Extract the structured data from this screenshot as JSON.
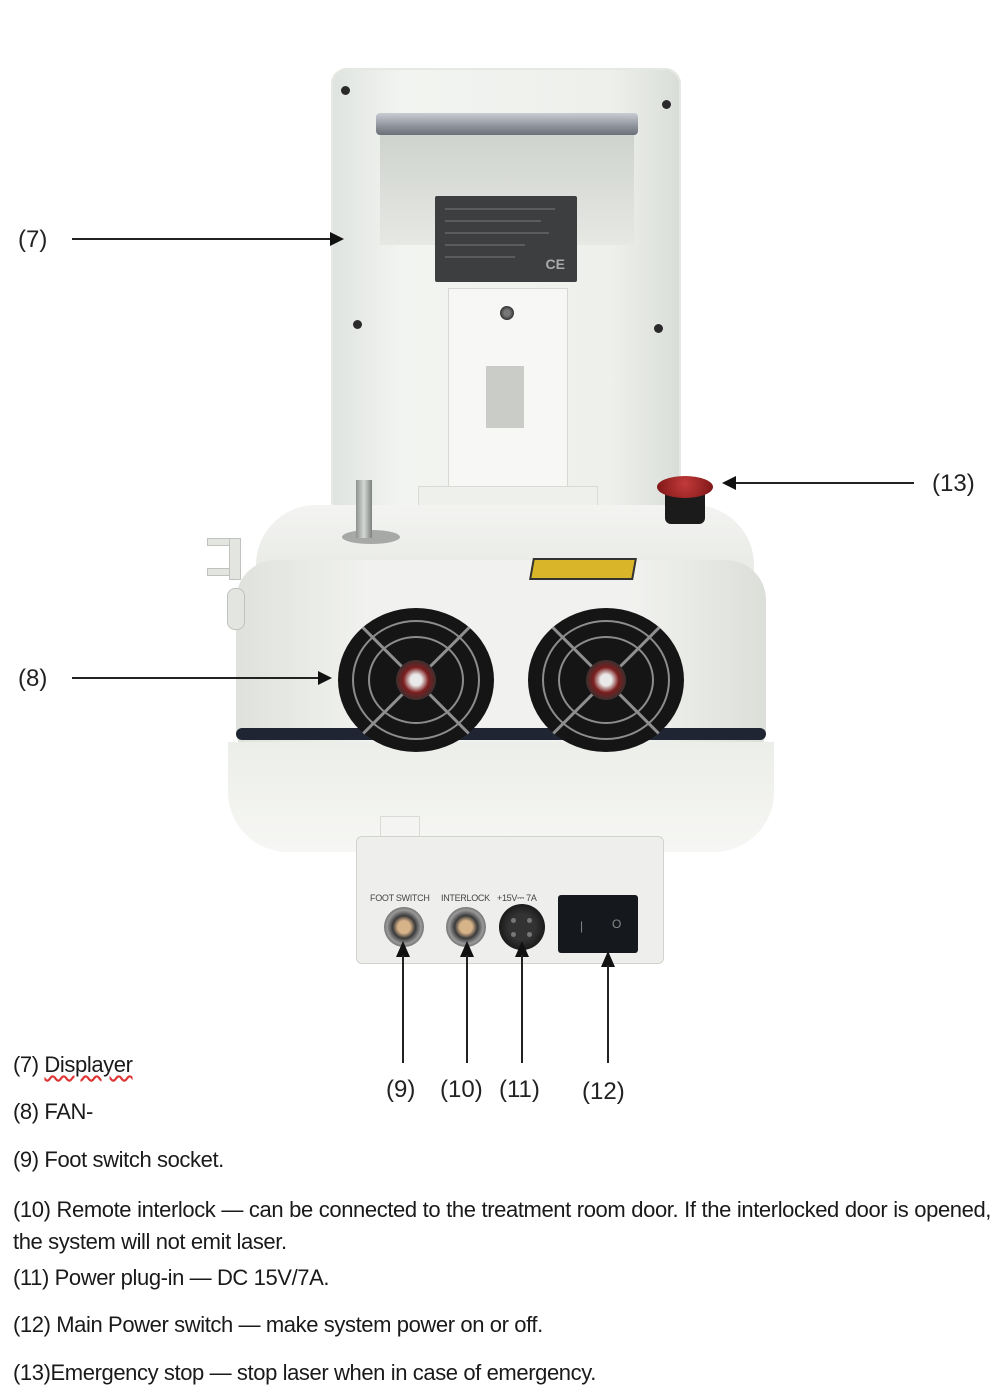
{
  "figure": {
    "subject": "Laser device rear view",
    "callouts": [
      {
        "id": "7",
        "label": "(7)",
        "target": "display"
      },
      {
        "id": "8",
        "label": "(8)",
        "target": "fan"
      },
      {
        "id": "9",
        "label": "(9)",
        "target": "foot-switch-socket"
      },
      {
        "id": "10",
        "label": "(10)",
        "target": "interlock-socket"
      },
      {
        "id": "11",
        "label": "(11)",
        "target": "power-plug-in"
      },
      {
        "id": "12",
        "label": "(12)",
        "target": "main-power-switch"
      },
      {
        "id": "13",
        "label": "(13)",
        "target": "emergency-stop"
      }
    ],
    "panel_labels": {
      "foot_switch": "FOOT SWITCH",
      "interlock": "INTERLOCK",
      "power": "+15V⎓ 7A"
    },
    "switch_symbols": {
      "on": "|",
      "off": "O"
    },
    "display_label_mark": "CE"
  },
  "legend": [
    {
      "num": "(7)",
      "text": "Displayer"
    },
    {
      "num": "(8)",
      "text": "FAN-"
    },
    {
      "num": "(9)",
      "text": "Foot switch socket."
    },
    {
      "num": "(10)",
      "text": "Remote interlock — can be connected to the treatment room door. If the interlocked door is opened, the system will not emit laser."
    },
    {
      "num": "(11)",
      "text": "Power plug-in — DC 15V/7A."
    },
    {
      "num": "(12)",
      "text": "Main Power switch — make system power on or off."
    },
    {
      "num": "(13)",
      "text": "Emergency stop — stop laser when in case of emergency."
    }
  ],
  "colors": {
    "device_body": "#f1f2ef",
    "accent_stripe": "#1f2533",
    "emergency_stop": "#9b2222",
    "warning_label": "#d9b52a"
  }
}
